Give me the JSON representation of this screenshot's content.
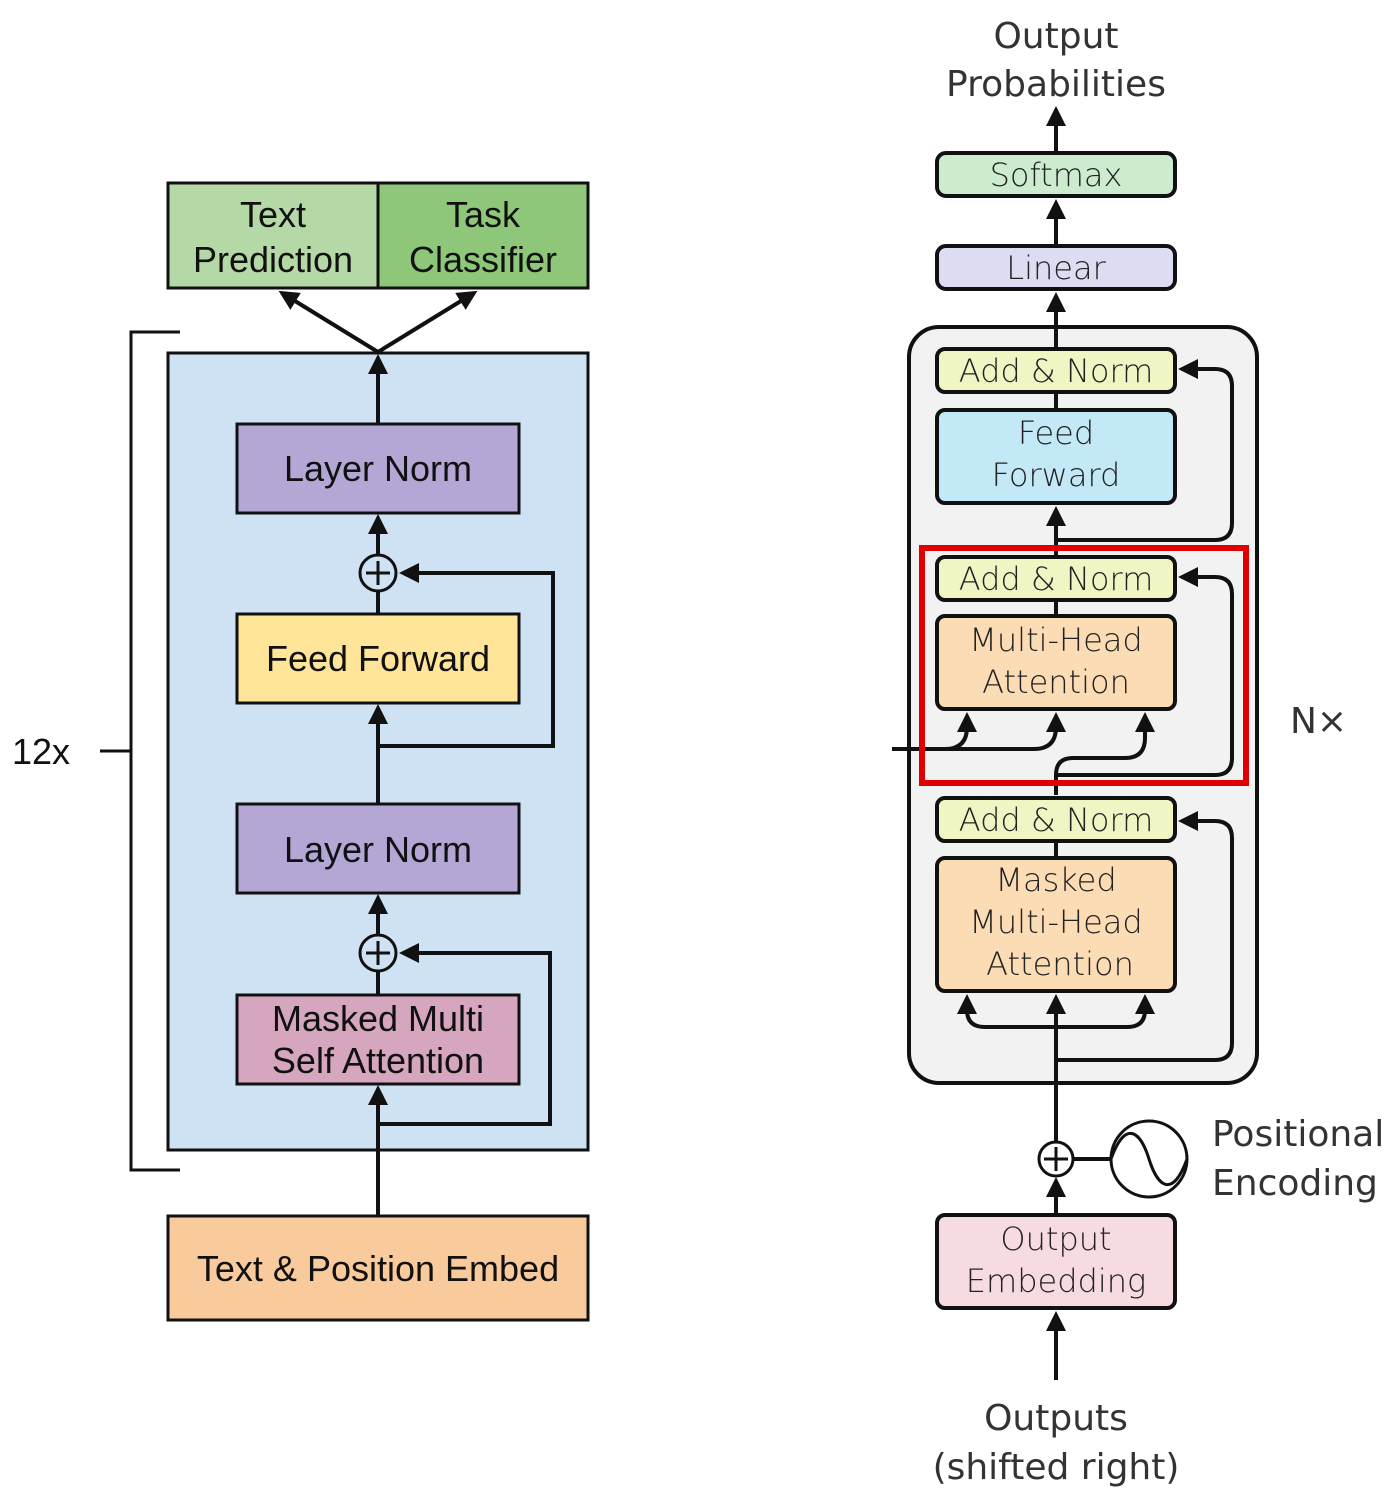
{
  "left_diagram": {
    "title": "GPT decoder-only",
    "repeat_label": "12x",
    "heads": [
      {
        "label_lines": [
          "Text",
          "Prediction"
        ],
        "color": "#b5d9a6"
      },
      {
        "label_lines": [
          "Task",
          "Classifier"
        ],
        "color": "#8ec77a"
      }
    ],
    "block_color": "#cfe2f3",
    "layer_norm_top": {
      "label": "Layer Norm",
      "color": "#b4a7d6"
    },
    "feed_forward": {
      "label": "Feed Forward",
      "color": "#ffe599"
    },
    "layer_norm_bottom": {
      "label": "Layer Norm",
      "color": "#b4a7d6"
    },
    "masked_attention": {
      "label_lines": [
        "Masked Multi",
        "Self Attention"
      ],
      "color": "#d5a6bd"
    },
    "embed": {
      "label": "Text & Position Embed",
      "color": "#f9cb9c"
    }
  },
  "right_diagram": {
    "output_label_lines": [
      "Output",
      "Probabilities"
    ],
    "softmax": {
      "label": "Softmax",
      "color": "#cdeccf"
    },
    "linear": {
      "label": "Linear",
      "color": "#dcdcf2"
    },
    "repeat_label": "N×",
    "block_color": "#f2f2f2",
    "add_norm_label": "Add & Norm",
    "add_norm_color": "#f1f5c4",
    "feed_forward": {
      "label_lines": [
        "Feed",
        "Forward"
      ],
      "color": "#c3e8f6"
    },
    "multi_head": {
      "label_lines": [
        "Multi-Head",
        "Attention"
      ],
      "color": "#fbdcb4"
    },
    "masked_multi_head": {
      "label_lines": [
        "Masked",
        "Multi-Head",
        "Attention"
      ],
      "color": "#fbdcb4"
    },
    "positional_label_lines": [
      "Positional",
      "Encoding"
    ],
    "output_embedding": {
      "label_lines": [
        "Output",
        "Embedding"
      ],
      "color": "#f6dbe0"
    },
    "input_label_lines": [
      "Outputs",
      "(shifted right)"
    ],
    "highlight_color": "#e00000"
  }
}
